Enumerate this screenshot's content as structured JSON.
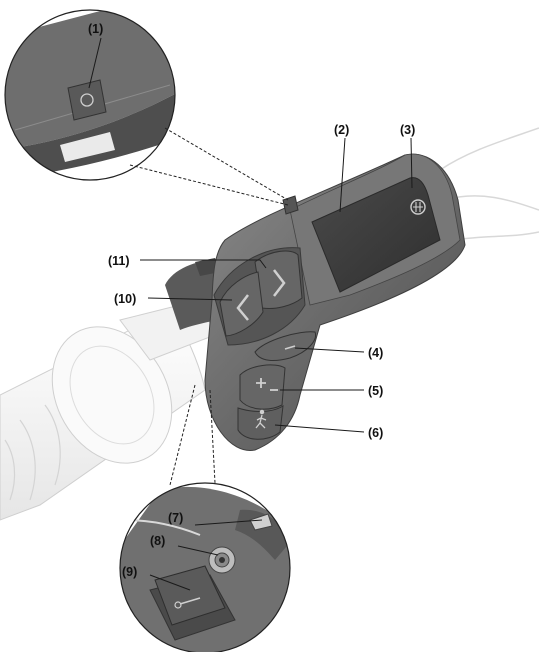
{
  "callouts": {
    "c1": "(1)",
    "c2": "(2)",
    "c3": "(3)",
    "c4": "(4)",
    "c5": "(5)",
    "c6": "(6)",
    "c7": "(7)",
    "c8": "(8)",
    "c9": "(9)",
    "c10": "(10)",
    "c11": "(11)"
  },
  "colors": {
    "body": "#6b6b6b",
    "body_dark": "#4a4a4a",
    "button": "#5e5e5e",
    "screen": "#3d3d3d",
    "grip": "#f4f4f4",
    "cable": "#e2e2e2"
  },
  "icons": [
    "power-button-icon",
    "brand-logo-icon",
    "arrow-left-icon",
    "arrow-right-icon",
    "plus-icon",
    "minus-icon",
    "walk-assist-icon",
    "usb-port-icon",
    "wrench-icon"
  ]
}
